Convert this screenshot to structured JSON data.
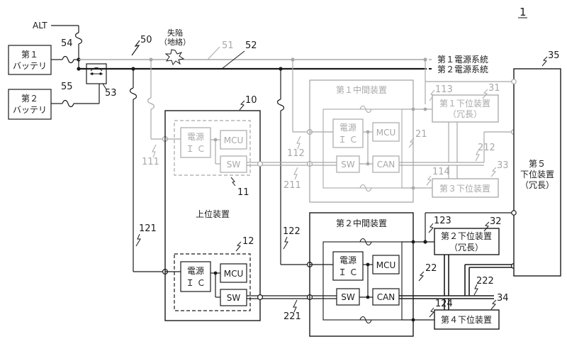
{
  "figure_number": "1",
  "alt_label": "ALT",
  "labels": {
    "alt_node": "54",
    "wire_54": "54",
    "wire_55": "55",
    "ground_fault": "失陥\n（地絡）",
    "sys50": "50",
    "sys51": "51",
    "sys52": "52",
    "sys53": "53",
    "dev10": "10",
    "dev11": "11",
    "dev12": "12",
    "dev21": "21",
    "dev22": "22",
    "dev31": "31",
    "dev32": "32",
    "dev33": "33",
    "dev34": "34",
    "dev35": "35",
    "n111": "111",
    "n112": "112",
    "n113": "113",
    "n114": "114",
    "n121": "121",
    "n122": "122",
    "n123": "123",
    "n124": "124",
    "n211": "211",
    "n212": "212",
    "n221": "221",
    "n222": "222"
  },
  "power_systems": {
    "first": "第１電源系統",
    "second": "第２電源系統"
  },
  "batteries": {
    "first": "第１\nバッテリ",
    "second": "第２\nバッテリ"
  },
  "blocks": {
    "upper_device": "上位装置",
    "mid1_title": "第１中間装置",
    "mid2_title": "第２中間装置",
    "power_ic": "電源\nＩＣ",
    "mcu": "MCU",
    "sw": "SW",
    "can": "CAN",
    "lower1": "第１下位装置\n（冗長）",
    "lower2": "第２下位装置\n（冗長）",
    "lower3": "第３下位装置",
    "lower4": "第４下位装置",
    "lower5": "第５\n下位装置\n（冗長）"
  },
  "colors": {
    "active": "#1a1a1a",
    "failed": "#a8a8a8",
    "background": "#ffffff"
  }
}
